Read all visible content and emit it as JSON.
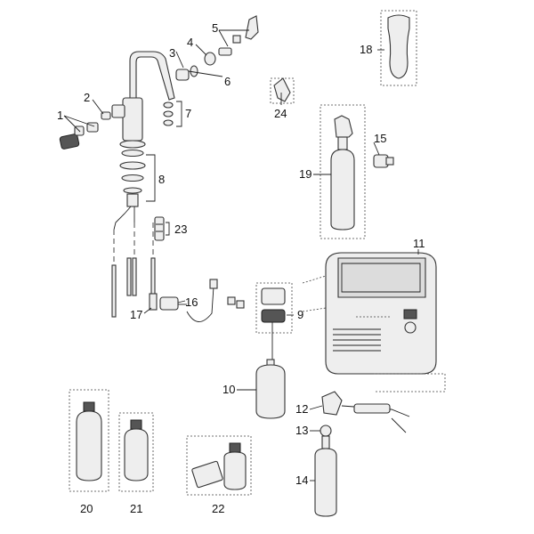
{
  "callouts": [
    {
      "id": "c1",
      "text": "1"
    },
    {
      "id": "c2",
      "text": "2"
    },
    {
      "id": "c3",
      "text": "3"
    },
    {
      "id": "c4",
      "text": "4"
    },
    {
      "id": "c5",
      "text": "5"
    },
    {
      "id": "c6",
      "text": "6"
    },
    {
      "id": "c7",
      "text": "7"
    },
    {
      "id": "c8",
      "text": "8"
    },
    {
      "id": "c9",
      "text": "9"
    },
    {
      "id": "c10",
      "text": "10"
    },
    {
      "id": "c11",
      "text": "11"
    },
    {
      "id": "c12",
      "text": "12"
    },
    {
      "id": "c13",
      "text": "13"
    },
    {
      "id": "c14",
      "text": "14"
    },
    {
      "id": "c15",
      "text": "15"
    },
    {
      "id": "c16",
      "text": "16"
    },
    {
      "id": "c17",
      "text": "17"
    },
    {
      "id": "c18",
      "text": "18"
    },
    {
      "id": "c19",
      "text": "19"
    },
    {
      "id": "c20",
      "text": "20"
    },
    {
      "id": "c21",
      "text": "21"
    },
    {
      "id": "c22",
      "text": "22"
    },
    {
      "id": "c23",
      "text": "23"
    },
    {
      "id": "c24",
      "text": "24"
    }
  ],
  "colors": {
    "line": "#222222",
    "part_fill": "#eeeeee",
    "dark_fill": "#555555",
    "background": "#ffffff"
  }
}
